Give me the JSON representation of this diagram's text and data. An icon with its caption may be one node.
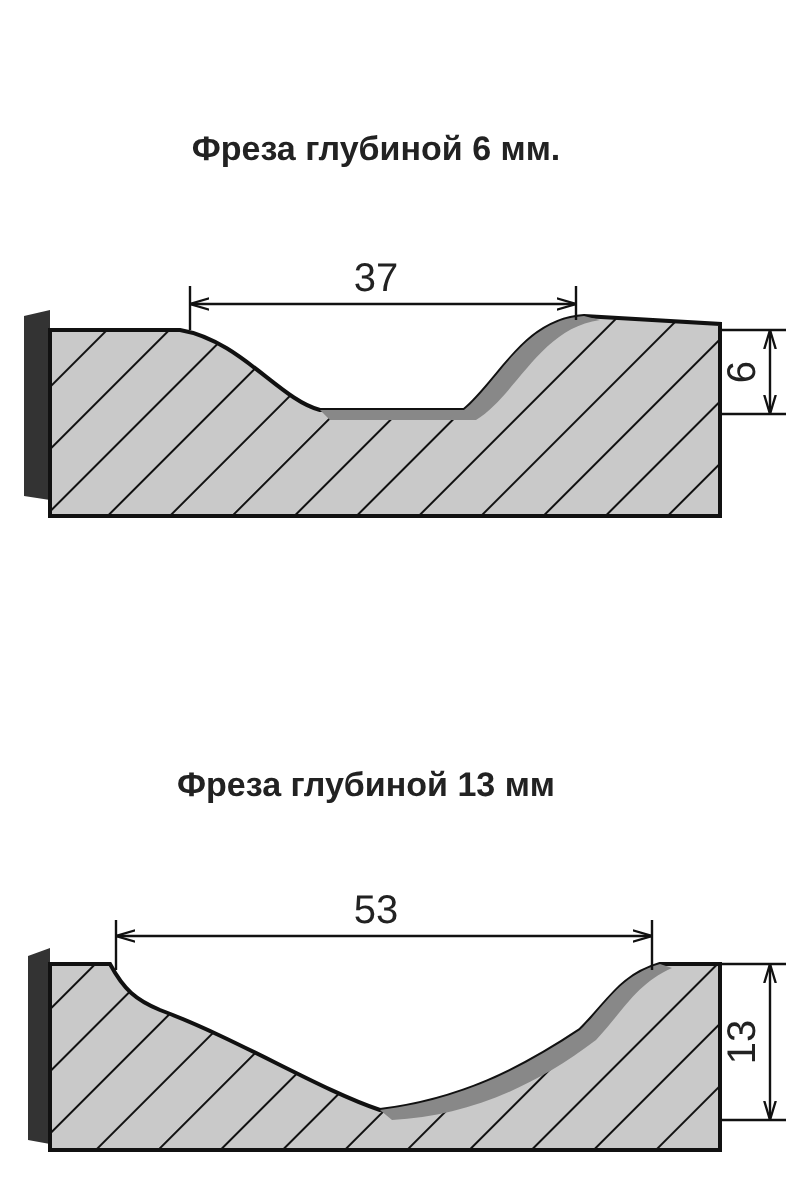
{
  "diagram": {
    "labels": [
      "Фреза глубиной 6 мм.",
      "37",
      "6",
      "Фреза глубиной 13 мм",
      "53",
      "13"
    ]
  }
}
